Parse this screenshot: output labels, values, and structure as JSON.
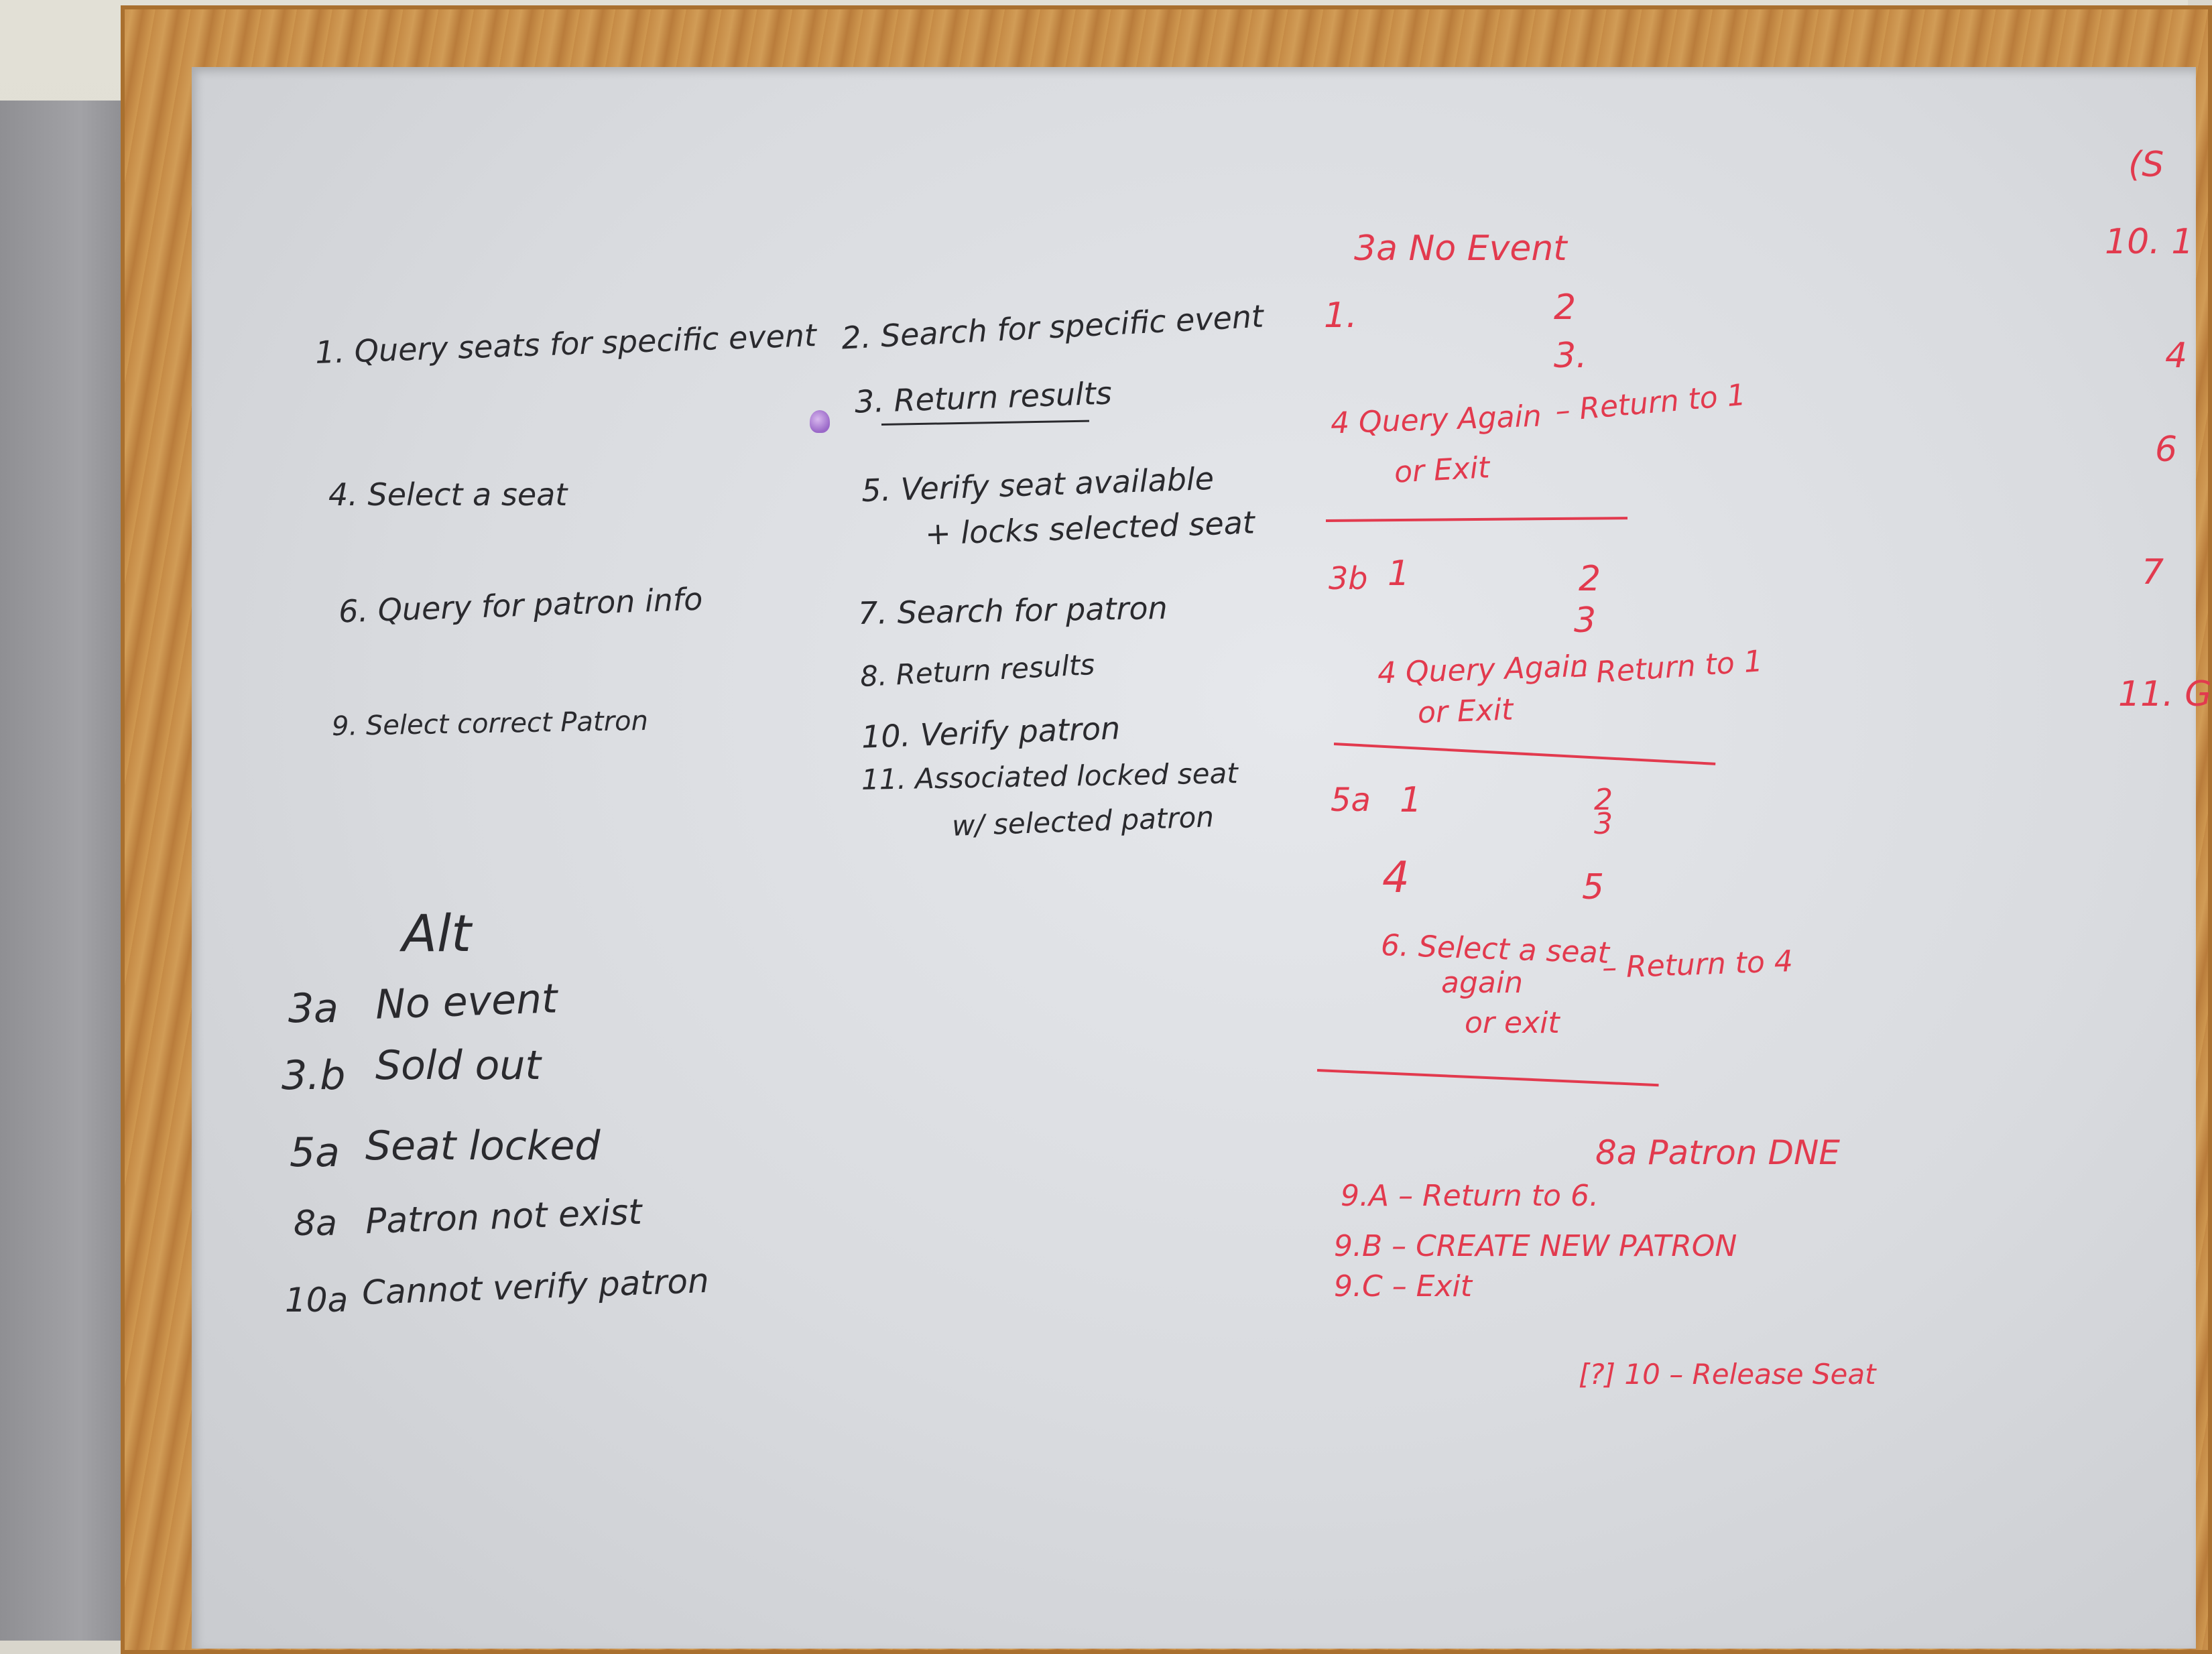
{
  "left_column": [
    {
      "name": "step-1",
      "text": "1. Query seats for specific event"
    },
    {
      "name": "step-4",
      "text": "4. Select a seat"
    },
    {
      "name": "step-6",
      "text": "6. Query for patron info"
    },
    {
      "name": "step-9",
      "text": "9. Select correct Patron"
    }
  ],
  "alt_list": {
    "heading": "Alt",
    "items": [
      {
        "code": "3a",
        "label": "No event"
      },
      {
        "code": "3.b",
        "label": "Sold out"
      },
      {
        "code": "5a",
        "label": "Seat locked"
      },
      {
        "code": "8a",
        "label": "Patron not exist"
      },
      {
        "code": "10a",
        "label": "Cannot verify patron"
      }
    ]
  },
  "middle_column": [
    {
      "name": "step-2",
      "text": "2. Search for specific event"
    },
    {
      "name": "step-3",
      "text": "3. Return results"
    },
    {
      "name": "step-5",
      "text": "5. Verify seat available"
    },
    {
      "name": "step-5-cont",
      "text": "+ locks selected seat"
    },
    {
      "name": "step-7",
      "text": "7. Search for patron"
    },
    {
      "name": "step-8",
      "text": "8. Return results"
    },
    {
      "name": "step-10",
      "text": "10. Verify patron"
    },
    {
      "name": "step-11",
      "text": "11. Associated locked seat"
    },
    {
      "name": "step-11-cont",
      "text": "w/ selected patron"
    }
  ],
  "red_section_3a": {
    "title": "3a No Event",
    "n1": "1.",
    "n2": "2",
    "n3": "3.",
    "action": "4 Query Again",
    "action_cont": "or Exit",
    "result": "– Return to 1"
  },
  "red_section_3b": {
    "code": "3b",
    "n1": "1",
    "n2": "2",
    "n3": "3",
    "action": "4 Query Again",
    "action_cont": "or Exit",
    "result": "– Return to 1"
  },
  "red_section_5a": {
    "code": "5a",
    "n1": "1",
    "n2": "2",
    "n3": "3",
    "n4": "4",
    "n5": "5",
    "action": "6. Select a seat",
    "action_cont": "again",
    "action_cont2": "or exit",
    "result": "– Return to 4"
  },
  "red_section_8a": {
    "title": "8a Patron DNE",
    "opt_a": "9.A – Return to 6.",
    "opt_b": "9.B – CREATE NEW PATRON",
    "opt_c": "9.C – Exit",
    "note": "[?] 10 – Release Seat"
  },
  "right_edge": {
    "paren": "(S",
    "n10": "10. 1",
    "n4": "4",
    "n6": "6",
    "n7": "7",
    "n11": "11. G"
  },
  "colors": {
    "black_marker": "#2a2a2e",
    "red_marker": "#e23a4e",
    "frame_wood": "#c58a45",
    "board_white": "#e2e4e8"
  }
}
